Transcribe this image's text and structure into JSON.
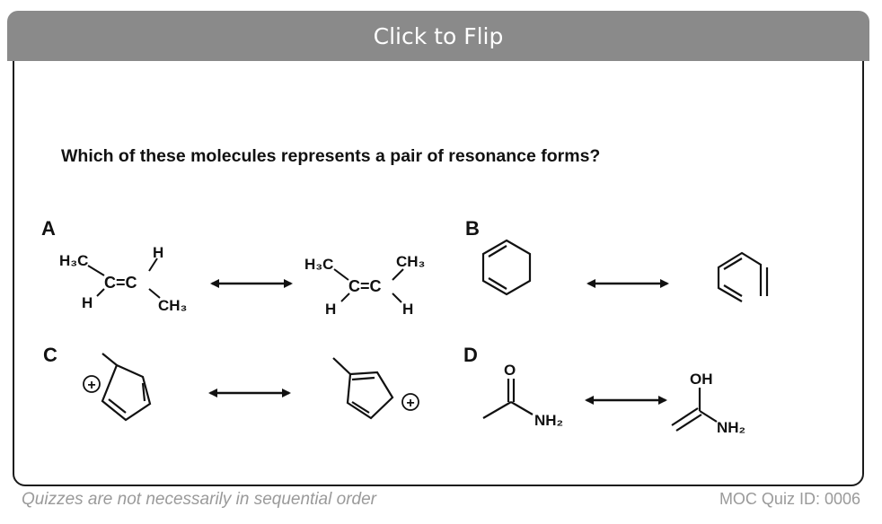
{
  "header": {
    "flip_label": "Click to Flip"
  },
  "question": {
    "text": "Which of these molecules represents a pair of resonance forms?"
  },
  "options": {
    "a": {
      "letter": "A"
    },
    "b": {
      "letter": "B"
    },
    "c": {
      "letter": "C"
    },
    "d": {
      "letter": "D"
    }
  },
  "atoms": {
    "h3c": "H₃C",
    "ch3": "CH₃",
    "h": "H",
    "c_eq_c": "C=C",
    "o": "O",
    "oh": "OH",
    "nh2": "NH₂",
    "plus": "+"
  },
  "footer": {
    "note": "Quizzes are not necessarily in sequential order",
    "quiz_id": "MOC Quiz ID: 0006"
  }
}
